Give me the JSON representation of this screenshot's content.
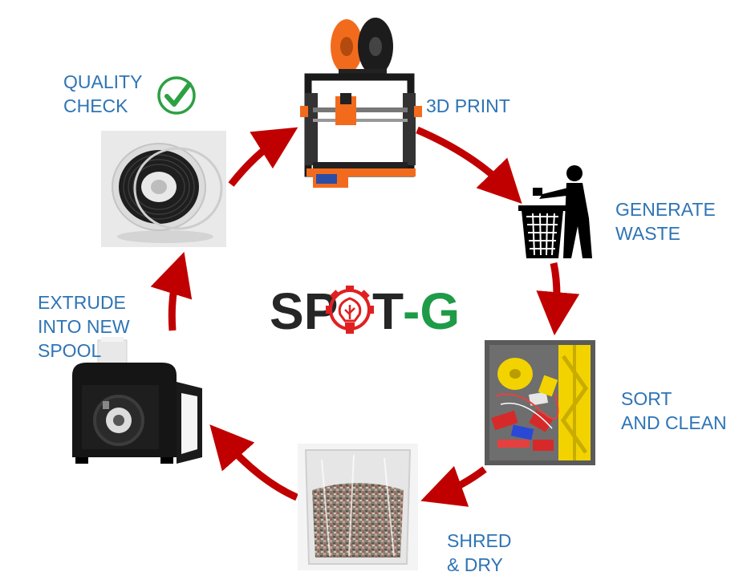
{
  "diagram": {
    "steps": [
      {
        "id": "print",
        "lines": [
          "3D PRINT"
        ]
      },
      {
        "id": "waste",
        "lines": [
          "GENERATE",
          "WASTE"
        ]
      },
      {
        "id": "sort",
        "lines": [
          "SORT",
          "AND CLEAN"
        ]
      },
      {
        "id": "shred",
        "lines": [
          "SHRED",
          "& DRY"
        ]
      },
      {
        "id": "extrude",
        "lines": [
          "EXTRUDE",
          "INTO NEW",
          "SPOOL"
        ]
      },
      {
        "id": "quality",
        "lines": [
          "QUALITY",
          "CHECK"
        ]
      }
    ],
    "logo": {
      "part1": "SP",
      "part2": "T",
      "part3": "-G"
    },
    "colors": {
      "label": "#2E74B5",
      "arrow": "#C00000",
      "logo_dark": "#262626",
      "logo_green": "#1E9B47",
      "logo_red": "#E02020",
      "check": "#2EA043"
    },
    "icons": [
      "3d-printer-icon",
      "trash-bin-icon",
      "plastic-scraps-icon",
      "shredded-plastic-bag-icon",
      "filament-extruder-icon",
      "filament-spool-icon",
      "checkmark-icon"
    ]
  }
}
